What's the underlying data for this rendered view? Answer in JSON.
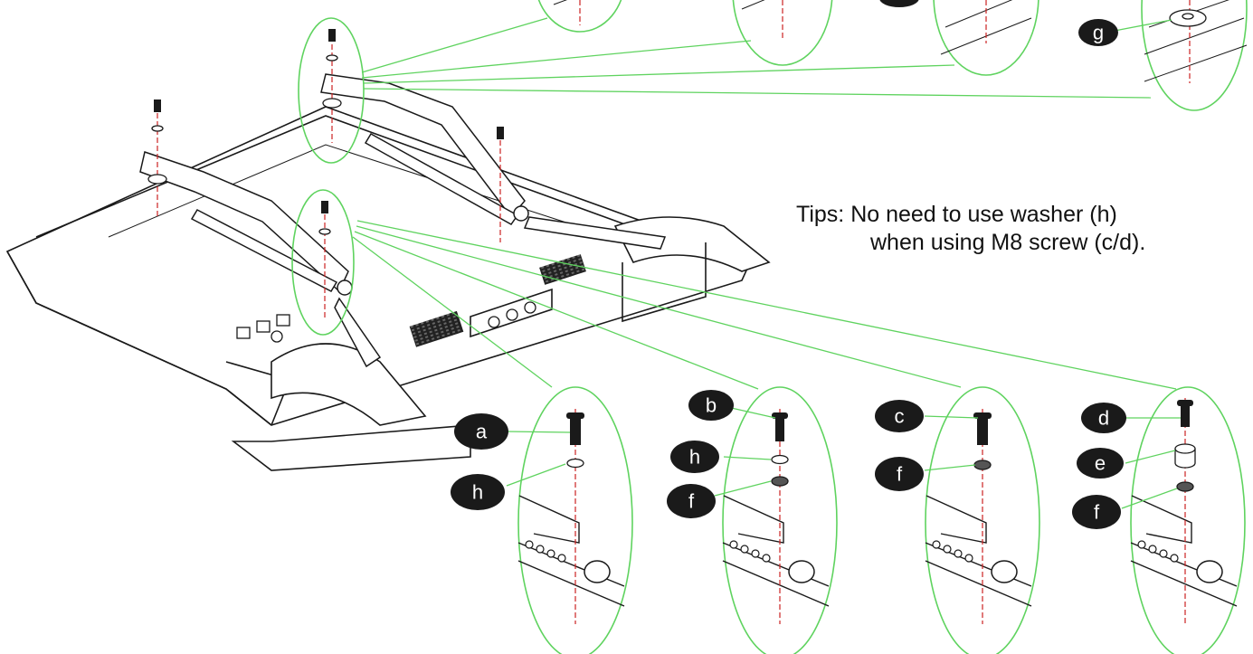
{
  "tips": {
    "line1": "Tips: No need to use washer (h)",
    "line2": "when using M8 screw (c/d)."
  },
  "callouts": {
    "top": [
      "g"
    ],
    "a": [
      "a",
      "h"
    ],
    "b": [
      "b",
      "h",
      "f"
    ],
    "c": [
      "c",
      "f"
    ],
    "d": [
      "d",
      "e",
      "f"
    ]
  },
  "colors": {
    "line": "#1a1a1a",
    "leader": "#5fd35f",
    "axis": "#cc2222",
    "label_bg": "#1a1a1a",
    "label_text": "#ffffff"
  }
}
